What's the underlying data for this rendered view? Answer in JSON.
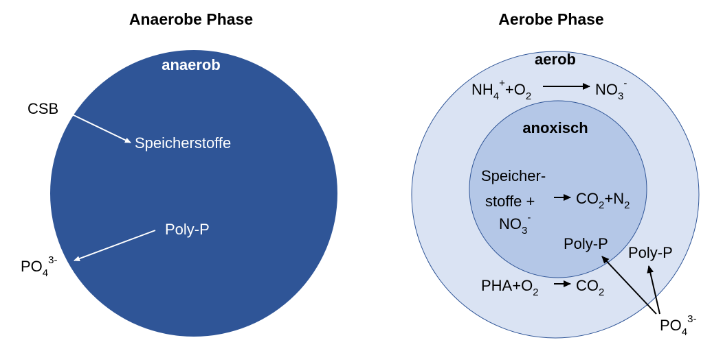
{
  "colors": {
    "anaerob_circle": "#2F5597",
    "aerob_outer": "#DAE3F3",
    "anoxisch_inner": "#B4C7E7",
    "outline": "#2F5597"
  },
  "left": {
    "title": "Anaerobe Phase",
    "zone_label": "anaerob",
    "csb": "CSB",
    "speicherstoffe": "Speicherstoffe",
    "polyp": "Poly-P",
    "po4": {
      "base": "PO",
      "sub": "4",
      "sup": "3-"
    }
  },
  "right": {
    "title": "Aerobe Phase",
    "aerob_label": "aerob",
    "anoxisch_label": "anoxisch",
    "nitrification": {
      "lhs": {
        "a": "NH",
        "a_sub": "4",
        "a_sup": "+",
        "plus": "+O",
        "b_sub": "2"
      },
      "rhs": {
        "a": "NO",
        "a_sub": "3",
        "a_sup": "-"
      }
    },
    "denitrification": {
      "line1": "Speicher-",
      "line2": "stoffe +",
      "line3": {
        "a": "NO",
        "a_sub": "3",
        "a_sup": "-"
      },
      "rhs": {
        "a": "CO",
        "a_sub": "2",
        "b": "+N",
        "b_sub": "2"
      }
    },
    "polyp_inner": "Poly-P",
    "polyp_outer": "Poly-P",
    "pha": {
      "lhs": {
        "a": "PHA+O",
        "a_sub": "2"
      },
      "rhs": {
        "a": "CO",
        "a_sub": "2"
      }
    },
    "po4": {
      "base": "PO",
      "sub": "4",
      "sup": "3-"
    }
  }
}
